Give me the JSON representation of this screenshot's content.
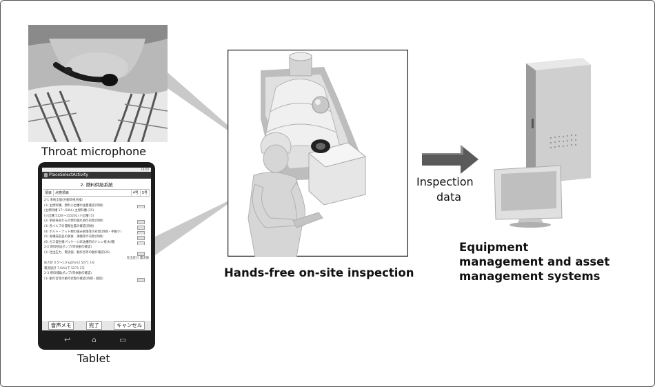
{
  "labels": {
    "throat_microphone": "Throat microphone",
    "tablet": "Tablet",
    "hands_free": "Hands-free on-site inspection",
    "inspection_data_line1": "Inspection",
    "inspection_data_line2": "data",
    "equipment_line1": "Equipment",
    "equipment_line2": "management and asset",
    "equipment_line3": "management systems"
  },
  "tablet_screen": {
    "status": "14:04",
    "app_title": "PlaceSelectActivity",
    "sheet_title": "2. 燃料供給系統",
    "col_item": "項目",
    "col_check": "点検項目",
    "col_4": "4号",
    "col_5": "5号",
    "rows": [
      "2-1 系統全般(外観目視点検)",
      "(1) 主燃料槽、燃料小出槽の油量確認(目視)",
      "(主燃料槽 17〜50kL) 主燃料槽 (25)",
      "(小出槽 5120〜11520L) 小出槽 (5)",
      "(2) 系統各部からの燃料漏れ跡の有無(目視)",
      "(3) 各バルブの開閉位置の確認(目視)",
      "(4) ボルト・ナット類の緩み脱落等の有無(目視・手触り)",
      "(5) 各構成部品の腐食、損傷等の有無(目視)",
      "(6) ガス発生機パッケージ床油槽内のドレン排水(場)",
      "2-2 燃料移送ポンプ(単体動作確認)",
      "(1) 吐出圧力、電流値、動作音等の動作確認(26)",
      "吐出圧力 電流値",
      "圧力計 0.5〜1.0 kgf/cm2 5271 1号",
      "電流値計 7.6A以下 5271 2号",
      "2-3 燃料補助ポンプ(単体動作確認)",
      "(1) 動作音等の動作状態の確認(目視・聴覚)"
    ],
    "btn_voice_memo": "音声メモ",
    "btn_done": "完了",
    "btn_cancel": "キャンセル"
  },
  "colors": {
    "border": "#555555",
    "machine_gray": "#d8d8d8",
    "arrow": "#5a5a5a"
  }
}
